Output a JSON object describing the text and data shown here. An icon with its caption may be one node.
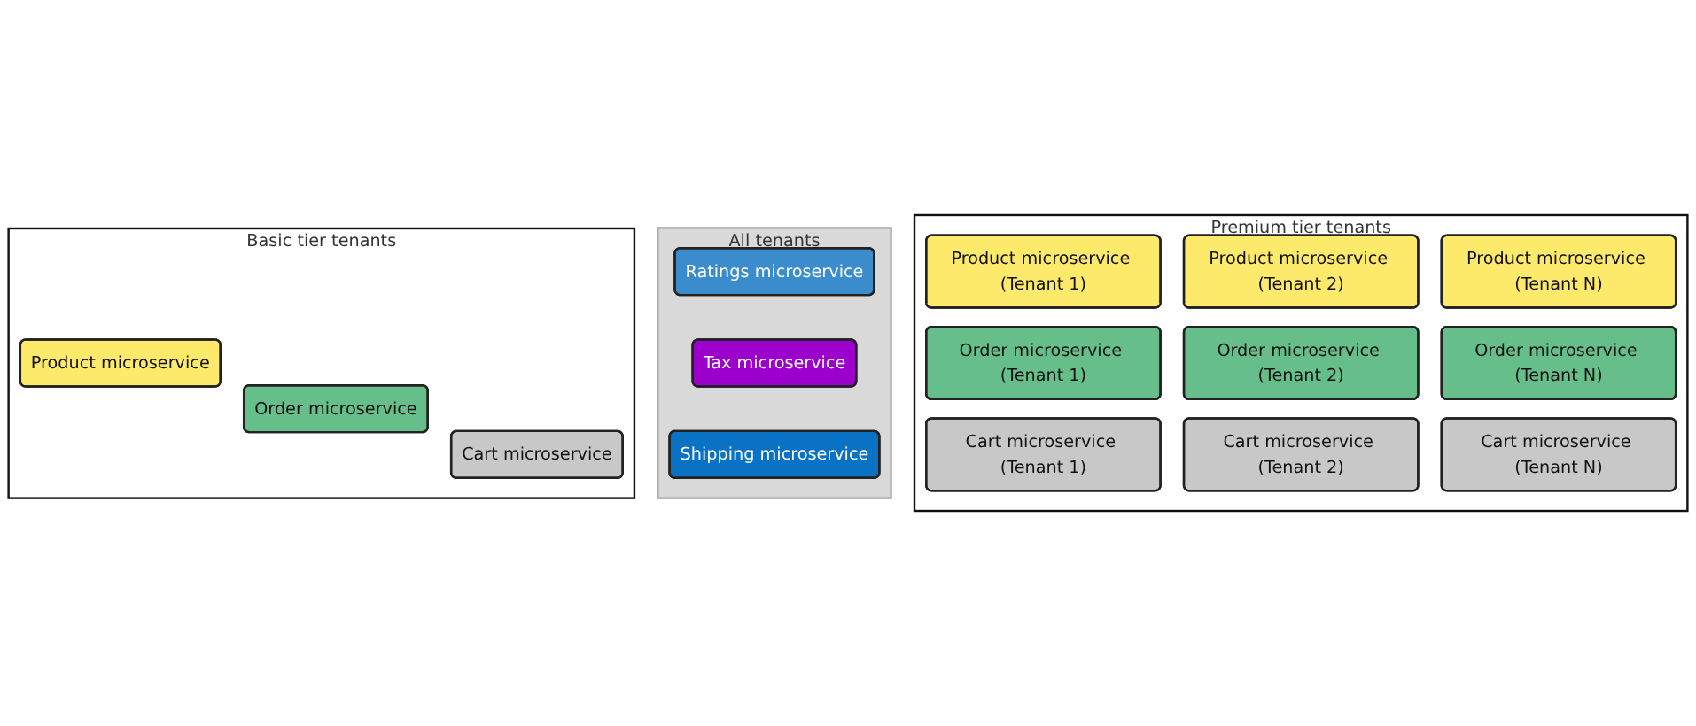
{
  "diagram": {
    "nodes": [
      {
        "text": [
          "Basic tier tenants"
        ]
      },
      {
        "text": [
          "Product microservice"
        ],
        "in": 0
      },
      {
        "text": [
          "Order microservice"
        ],
        "in": 0
      },
      {
        "text": [
          "Cart microservice"
        ],
        "in": 0
      },
      {
        "text": [
          "All tenants"
        ]
      },
      {
        "text": [
          "Ratings microservice"
        ],
        "in": 4
      },
      {
        "text": [
          "Tax microservice"
        ],
        "in": 4
      },
      {
        "text": [
          "Shipping microservice"
        ],
        "in": 4
      },
      {
        "text": [
          "Premium tier tenants"
        ]
      },
      {
        "text": [
          "Product microservice (Tenant 1)"
        ],
        "in": 8
      },
      {
        "text": [
          "Product microservice (Tenant 2)"
        ],
        "in": 8
      },
      {
        "text": [
          "Product microservice (Tenant N)"
        ],
        "in": 8
      },
      {
        "text": [
          "Order microservice (Tenant 1)"
        ],
        "in": 8
      },
      {
        "text": [
          "Order microservice (Tenant 2)"
        ],
        "in": 8
      },
      {
        "text": [
          "Order microservice (Tenant N)"
        ],
        "in": 8
      },
      {
        "text": [
          "Cart microservice (Tenant 1)"
        ],
        "in": 8
      },
      {
        "text": [
          "Cart microservice (Tenant 2)"
        ],
        "in": 8
      },
      {
        "text": [
          "Cart microservice (Tenant N)"
        ],
        "in": 8
      }
    ],
    "edges": []
  }
}
